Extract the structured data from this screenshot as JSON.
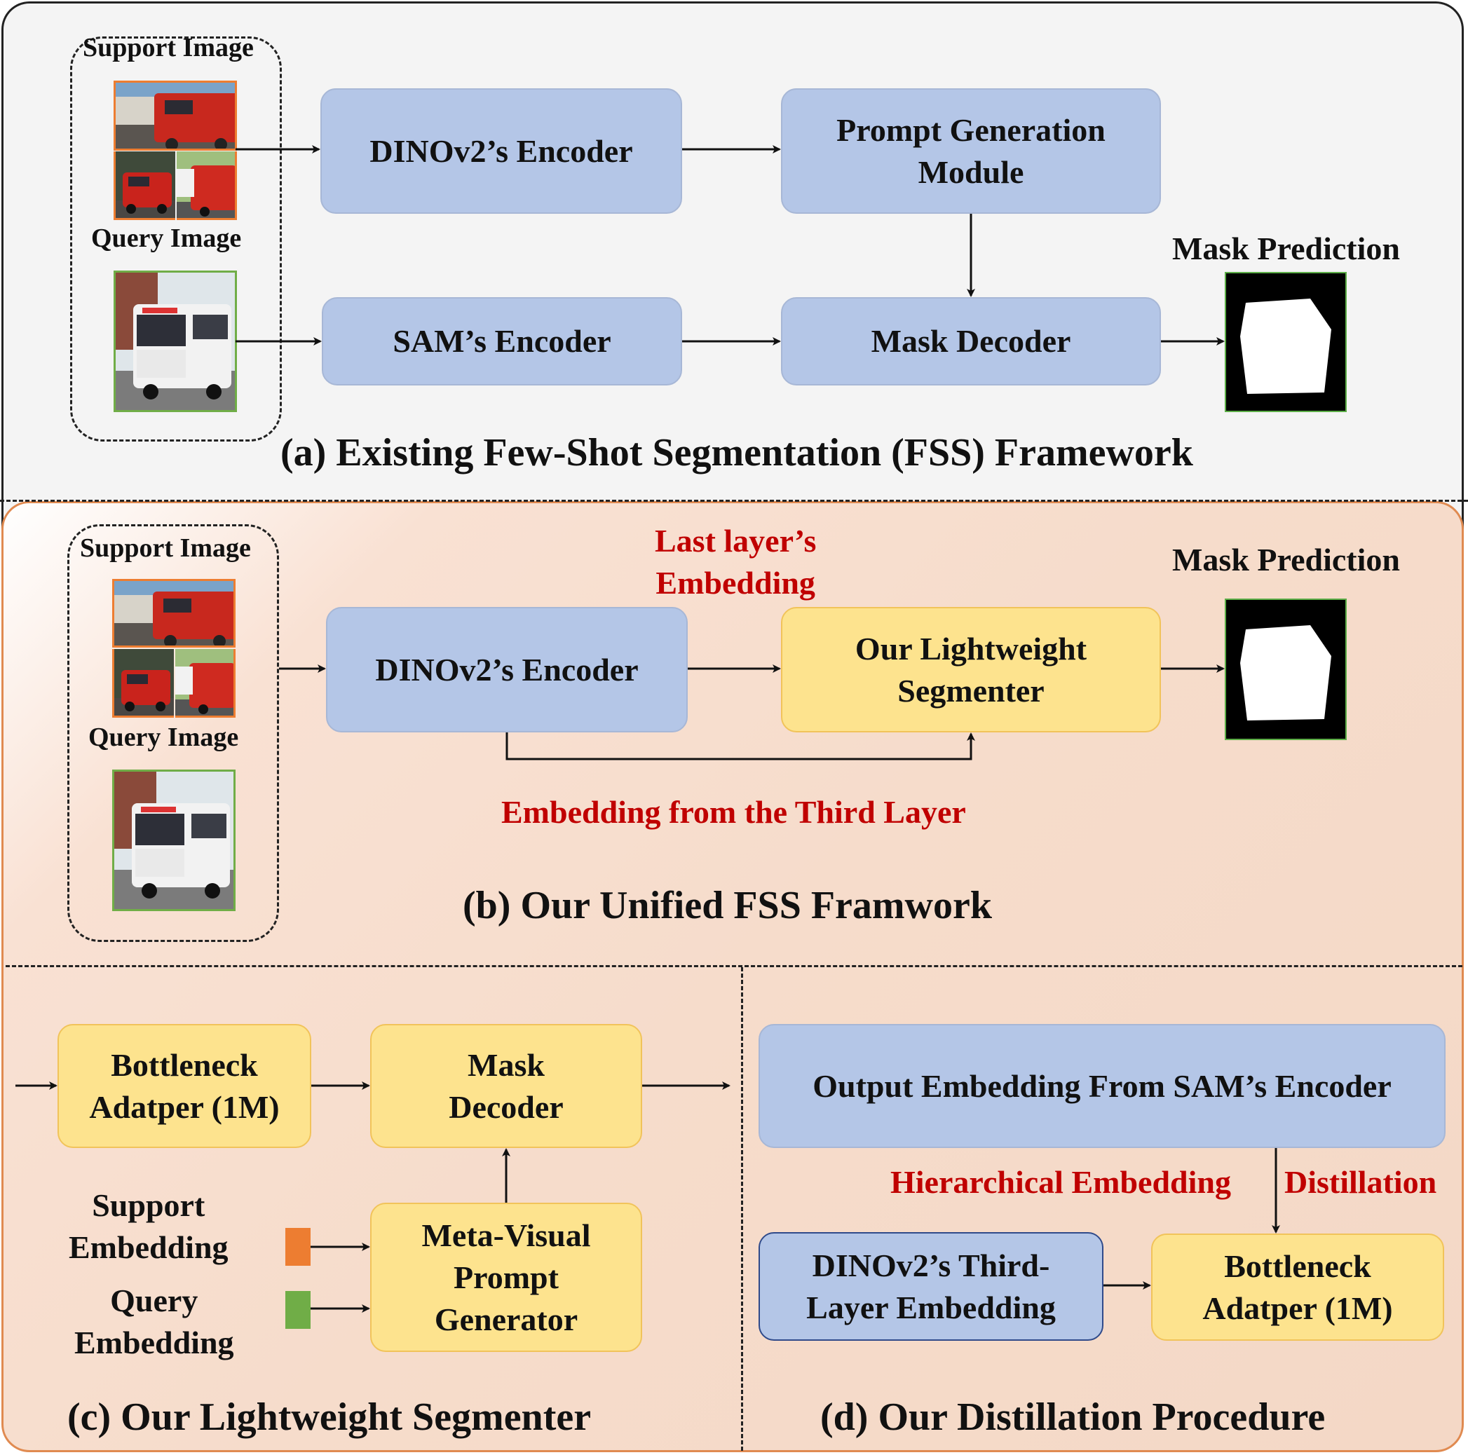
{
  "panel_a": {
    "support_image": "Support Image",
    "query_image": "Query Image",
    "dinov2_encoder": "DINOv2’s Encoder",
    "prompt_gen_line1": "Prompt Generation",
    "prompt_gen_line2": "Module",
    "sam_encoder": "SAM’s Encoder",
    "mask_decoder": "Mask Decoder",
    "mask_prediction": "Mask Prediction",
    "caption": "(a) Existing Few-Shot Segmentation (FSS) Framework"
  },
  "panel_b": {
    "support_image": "Support Image",
    "query_image": "Query Image",
    "last_layer_line1": "Last layer’s",
    "last_layer_line2": "Embedding",
    "mask_prediction": "Mask Prediction",
    "dinov2_encoder": "DINOv2’s Encoder",
    "segmenter_line1": "Our Lightweight",
    "segmenter_line2": "Segmenter",
    "third_layer": "Embedding from the Third Layer",
    "caption": "(b) Our Unified FSS Framwork"
  },
  "panel_c": {
    "bottleneck_line1": "Bottleneck",
    "bottleneck_line2": "Adatper (1M)",
    "mask_decoder_line1": "Mask",
    "mask_decoder_line2": "Decoder",
    "support_emb_line1": "Support",
    "support_emb_line2": "Embedding",
    "query_emb_line1": "Query",
    "query_emb_line2": "Embedding",
    "meta_line1": "Meta-Visual",
    "meta_line2": "Prompt",
    "meta_line3": "Generator",
    "caption": "(c) Our Lightweight Segmenter"
  },
  "panel_d": {
    "output_embedding": "Output Embedding From SAM’s Encoder",
    "distill_part1": "Hierarchical Embedding",
    "distill_part2": "Distillation",
    "dinov2_third_line1": "DINOv2’s Third-",
    "dinov2_third_line2": "Layer Embedding",
    "bottleneck_line1": "Bottleneck",
    "bottleneck_line2": "Adatper (1M)",
    "caption": "(d) Our Distillation Procedure"
  },
  "colors": {
    "box_blue": "#b4c6e7",
    "box_yellow": "#fde38e",
    "accent_red": "#c00000",
    "support_swatch": "#ed7d31",
    "query_swatch": "#70ad47",
    "support_border": "#ed7d31",
    "query_border": "#70ad47"
  }
}
